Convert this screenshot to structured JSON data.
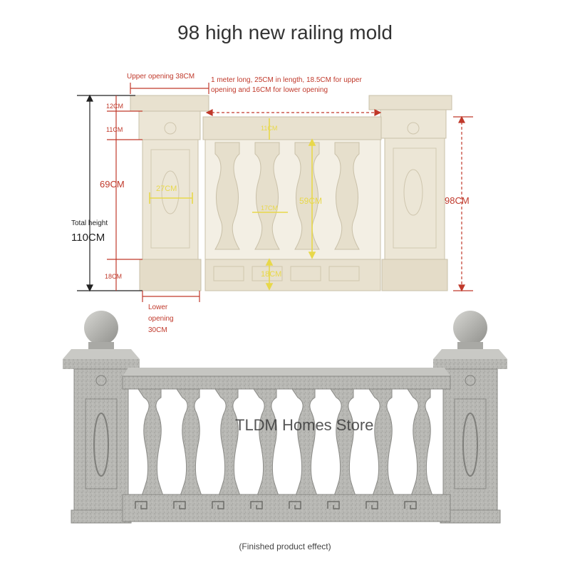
{
  "title": "98 high new railing mold",
  "dimensions": {
    "upper_opening": "Upper opening 38CM",
    "length_note_line1": "1 meter long, 25CM in length, 18.5CM for upper",
    "length_note_line2": "opening and 16CM for lower opening",
    "top_12": "12CM",
    "top_11": "11CM",
    "mid_69": "69CM",
    "total_height_label": "Total height",
    "total_height_value": "110CM",
    "bottom_18": "18CM",
    "right_98": "98CM",
    "lower_opening_line1": "Lower",
    "lower_opening_line2": "opening",
    "lower_opening_line3": "30CM",
    "inner_27": "27CM",
    "inner_11": "11CM",
    "inner_17": "17CM",
    "inner_59": "59CM",
    "inner_18": "18CM"
  },
  "watermark": "TLDM Homes Store",
  "caption": "(Finished product effect)",
  "colors": {
    "dimension_red": "#c0392b",
    "dimension_yellow": "#e8d84a",
    "mold_cream": "#ece6d6",
    "stone_grey": "#b9b9b5"
  }
}
